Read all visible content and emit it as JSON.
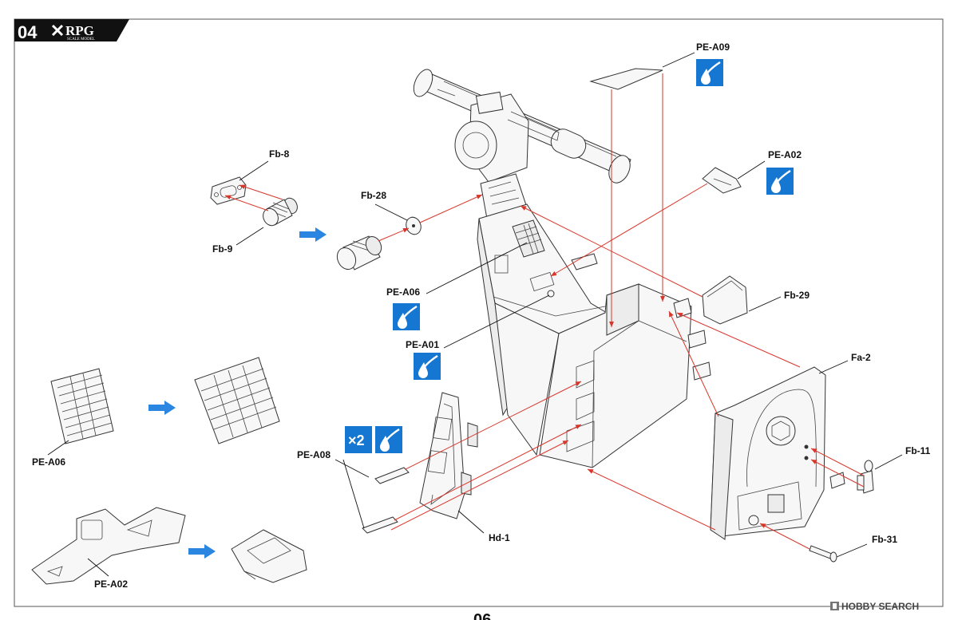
{
  "step": {
    "number": "04",
    "brand": "RPG",
    "brand_sub": "SCALE MODEL"
  },
  "page_number": "06",
  "watermark": {
    "brand": "HOBBY SEARCH"
  },
  "callouts": {
    "fb8": "Fb-8",
    "fb9": "Fb-9",
    "fb28": "Fb-28",
    "fb29": "Fb-29",
    "fb11": "Fb-11",
    "fb31": "Fb-31",
    "fa2": "Fa-2",
    "hd1": "Hd-1",
    "pe_a09": "PE-A09",
    "pe_a02_top": "PE-A02",
    "pe_a06_main": "PE-A06",
    "pe_a01": "PE-A01",
    "pe_a08": "PE-A08",
    "pe_a06_sub": "PE-A06",
    "pe_a02_sub": "PE-A02"
  },
  "quantity_badge": "×2",
  "icons": {
    "glue": "glue-drop-icon",
    "arrow": "blue-arrow-icon"
  },
  "colors": {
    "glue_icon": "#1577d1",
    "step_arrow": "#2a86e0",
    "guide_line": "#d9362b",
    "header_bg": "#111111"
  }
}
